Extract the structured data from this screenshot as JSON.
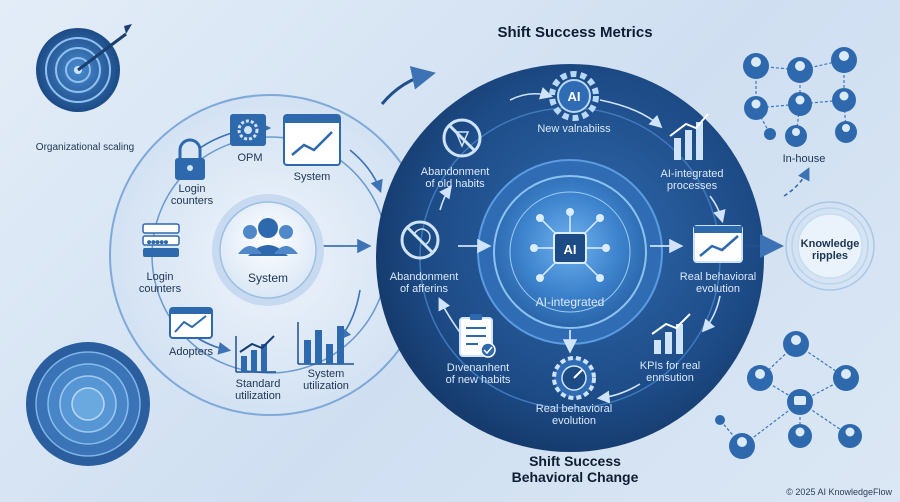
{
  "header": {
    "title": "Shift Success Metrics",
    "footer_title_line1": "Shift Success",
    "footer_title_line2": "Behavioral Change"
  },
  "left_cycle": {
    "outer_label": "Organizational scaling",
    "center_label": "System",
    "items": [
      {
        "icon": "gear-icon",
        "label": "OPM"
      },
      {
        "icon": "chart-window-icon",
        "label": "System"
      },
      {
        "icon": "lock-icon",
        "label_line1": "Login",
        "label_line2": "counters"
      },
      {
        "icon": "login-form-icon",
        "label_line1": "Login",
        "label_line2": "counters"
      },
      {
        "icon": "chart-window-icon",
        "label": "Adopters"
      },
      {
        "icon": "line-bar-chart-icon",
        "label_line1": "Standard",
        "label_line2": "utilization"
      },
      {
        "icon": "bar-chart-icon",
        "label_line1": "System",
        "label_line2": "utilization"
      }
    ]
  },
  "right_cycle": {
    "core_ai_text": "AI",
    "core_label": "AI-integrated",
    "top_ai_text": "AI",
    "items": [
      {
        "icon": "ai-gear-icon",
        "label": "New valnabiiss"
      },
      {
        "icon": "growth-chart-icon",
        "label_line1": "AI-integrated",
        "label_line2": "processes"
      },
      {
        "icon": "prohibited-icon",
        "label_line1": "Abandonment",
        "label_line2": "of old habits"
      },
      {
        "icon": "trend-window-icon",
        "label_line1": "Real behavioral",
        "label_line2": "evolution"
      },
      {
        "icon": "prohibited-icon",
        "label_line1": "Abandonment",
        "label_line2": "of afferins"
      },
      {
        "icon": "growth-chart-icon",
        "label_line1": "KPIs for real",
        "label_line2": "ennsution"
      },
      {
        "icon": "clipboard-check-icon",
        "label_line1": "Dıvenanhent",
        "label_line2": "of new habits"
      },
      {
        "icon": "gauge-icon",
        "label_line1": "Real behavioral",
        "label_line2": "evolution"
      }
    ]
  },
  "right_side": {
    "network_label": "In-house",
    "ripple_label_line1": "Knowledge",
    "ripple_label_line2": "ripples"
  },
  "footer": {
    "copyright": "© 2025 AI KnowledgeFlow"
  },
  "colors": {
    "navy": "#173c70",
    "mid_blue": "#2a64a8",
    "light_blue": "#5fa0de",
    "pale": "#dce8f6"
  }
}
